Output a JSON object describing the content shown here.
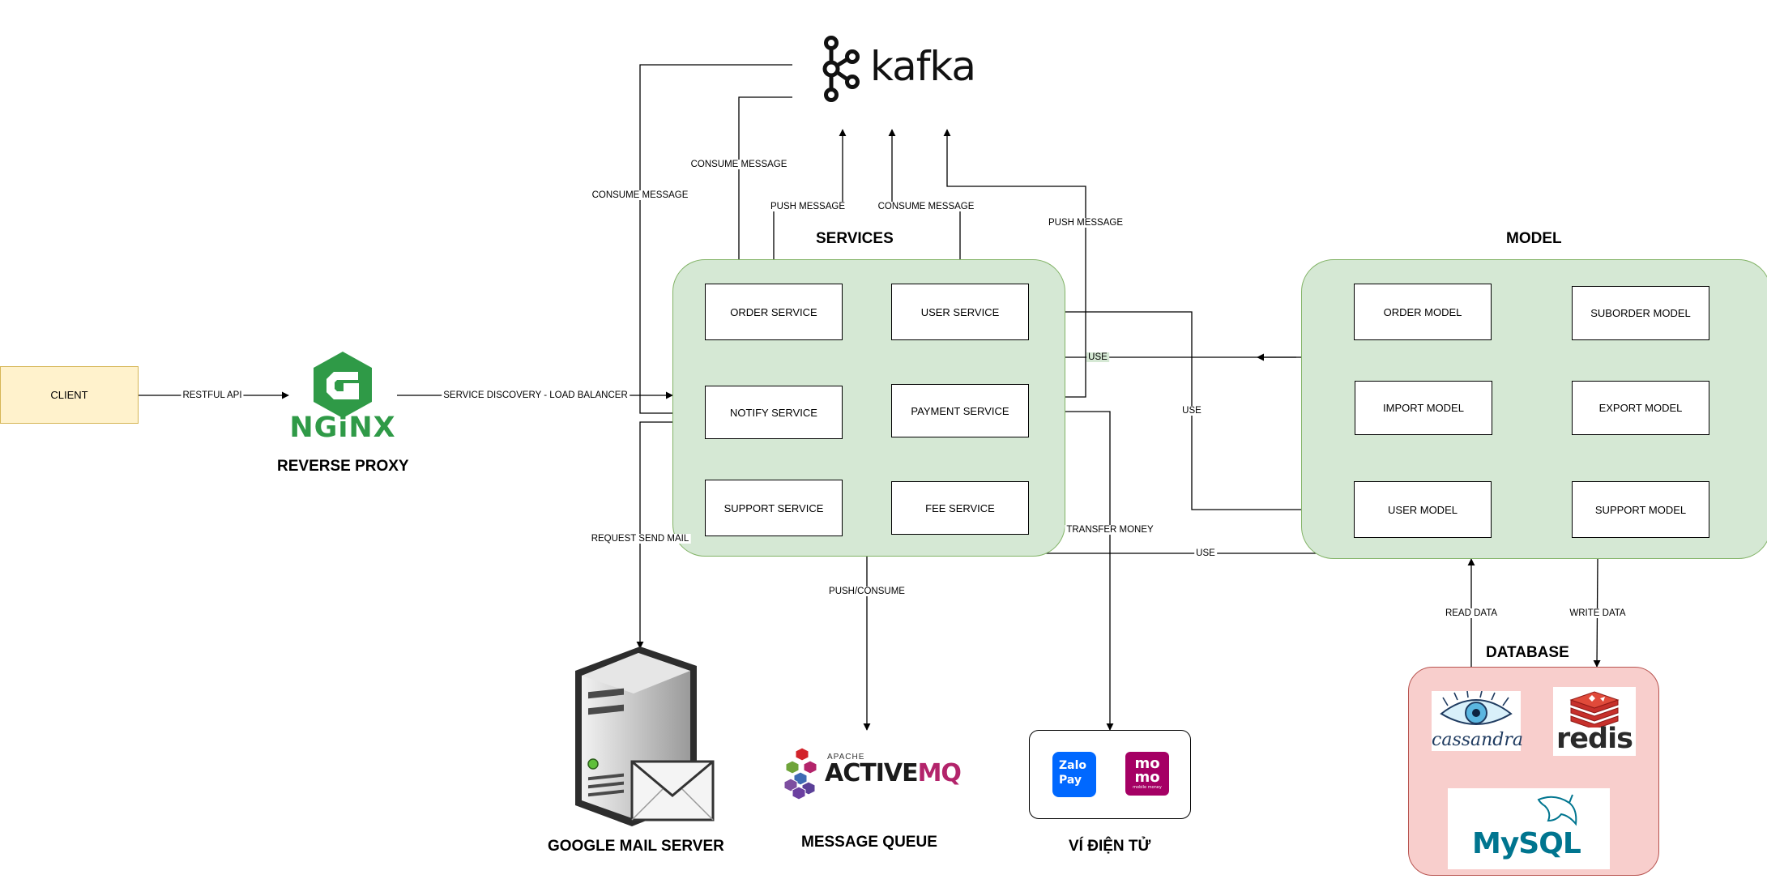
{
  "client": {
    "label": "CLIENT"
  },
  "reverse_proxy": {
    "title": "REVERSE PROXY",
    "logo_text": "NGiNX"
  },
  "kafka": {
    "logo_text": "kafka"
  },
  "services": {
    "title": "SERVICES",
    "items": {
      "order": "ORDER SERVICE",
      "user": "USER SERVICE",
      "notify": "NOTIFY SERVICE",
      "payment": "PAYMENT SERVICE",
      "support": "SUPPORT SERVICE",
      "fee": "FEE SERVICE"
    }
  },
  "model": {
    "title": "MODEL",
    "items": {
      "order": "ORDER MODEL",
      "suborder": "SUBORDER MODEL",
      "import": "IMPORT MODEL",
      "export": "EXPORT MODEL",
      "user": "USER MODEL",
      "support": "SUPPORT MODEL"
    }
  },
  "database": {
    "title": "DATABASE",
    "logos": {
      "cassandra": "cassandra",
      "redis": "redis",
      "mysql": "MySQL"
    }
  },
  "mail_server": {
    "title": "GOOGLE MAIL SERVER"
  },
  "message_queue": {
    "title": "MESSAGE QUEUE",
    "logo_small": "APACHE",
    "logo_main": "ACTIVE",
    "logo_accent": "MQ"
  },
  "e_wallet": {
    "title": "VÍ ĐIỆN TỬ",
    "zalo_line1": "Zalo",
    "zalo_line2": "Pay",
    "momo_line1": "mo",
    "momo_line2": "mo",
    "momo_small": "mobile money"
  },
  "edge_labels": {
    "restful_api": "RESTFUL API",
    "service_discovery": "SERVICE DISCOVERY - LOAD BALANCER",
    "consume_message_outer": "CONSUME MESSAGE",
    "consume_message_order": "CONSUME MESSAGE",
    "push_message_order": "PUSH MESSAGE",
    "consume_message_user": "CONSUME MESSAGE",
    "push_message_payment": "PUSH MESSAGE",
    "use_top": "USE",
    "use_right": "USE",
    "use_bottom": "USE",
    "request_send_mail": "REQUEST SEND MAIL",
    "push_consume": "PUSH/CONSUME",
    "transfer_money": "TRANSFER MONEY",
    "read_data": "READ DATA",
    "write_data": "WRITE DATA"
  },
  "colors": {
    "group_fill": "#d5e8d4",
    "group_stroke": "#82b366",
    "db_fill": "#f8cecc",
    "db_stroke": "#b85450",
    "client_fill": "#fff2cc",
    "client_stroke": "#d6b656",
    "nginx_green": "#2f9a47",
    "kafka_black": "#111111",
    "redis_red": "#c6302b",
    "mysql_blue": "#00758f",
    "mysql_orange": "#f29111",
    "activemq_pink": "#b3246b",
    "momo_pink": "#a50064",
    "zalo_blue": "#0068ff"
  }
}
